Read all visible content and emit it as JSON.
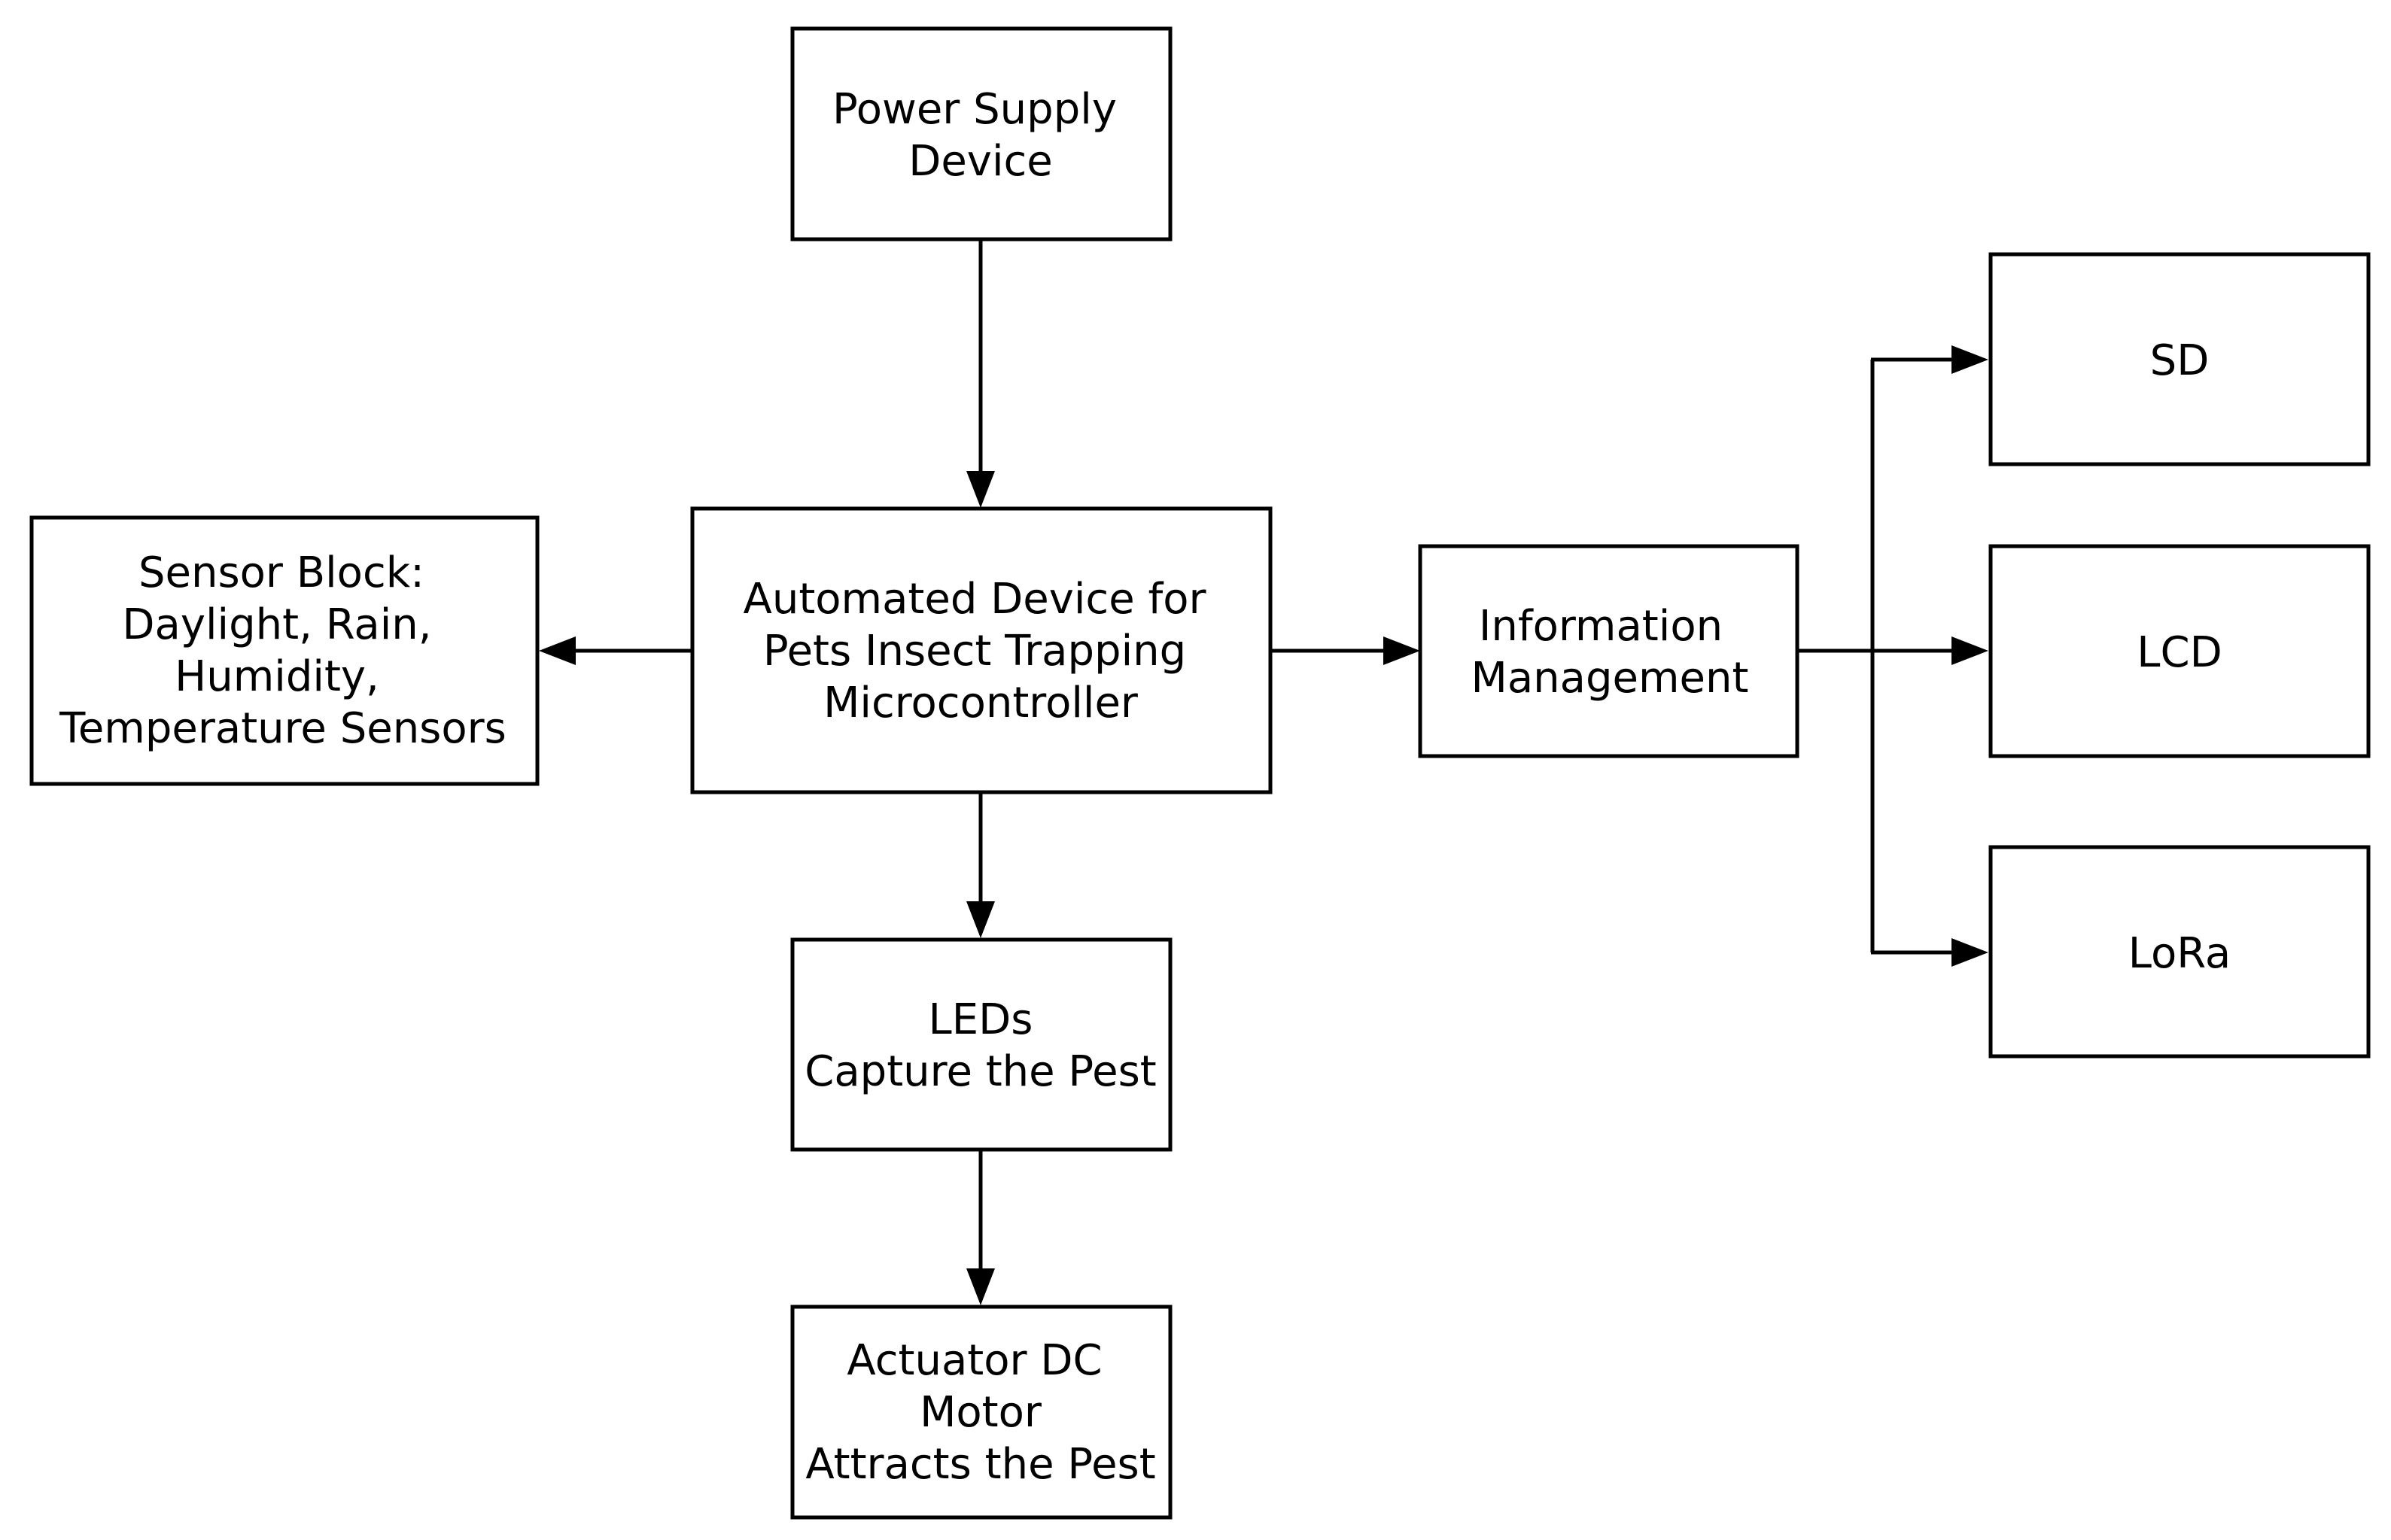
{
  "diagram": {
    "nodes": {
      "power_supply": {
        "lines": [
          "Power Supply",
          "Device"
        ]
      },
      "sensor_block": {
        "lines": [
          "Sensor Block:",
          "Daylight, Rain,",
          "Humidity,",
          "Temperature Sensors"
        ]
      },
      "microcontroller": {
        "lines": [
          "Automated Device for",
          "Pets Insect Trapping",
          "Microcontroller"
        ]
      },
      "information_management": {
        "lines": [
          "Information",
          "Management"
        ]
      },
      "sd": {
        "lines": [
          "SD"
        ]
      },
      "lcd": {
        "lines": [
          "LCD"
        ]
      },
      "lora": {
        "lines": [
          "LoRa"
        ]
      },
      "leds": {
        "lines": [
          "LEDs",
          "Capture the Pest"
        ]
      },
      "actuator": {
        "lines": [
          "Actuator DC",
          "Motor",
          "Attracts the Pest"
        ]
      }
    },
    "edges": [
      {
        "from": "power_supply",
        "to": "microcontroller"
      },
      {
        "from": "microcontroller",
        "to": "sensor_block"
      },
      {
        "from": "microcontroller",
        "to": "information_management"
      },
      {
        "from": "information_management",
        "to": "sd"
      },
      {
        "from": "information_management",
        "to": "lcd"
      },
      {
        "from": "information_management",
        "to": "lora"
      },
      {
        "from": "microcontroller",
        "to": "leds"
      },
      {
        "from": "leds",
        "to": "actuator"
      }
    ]
  }
}
